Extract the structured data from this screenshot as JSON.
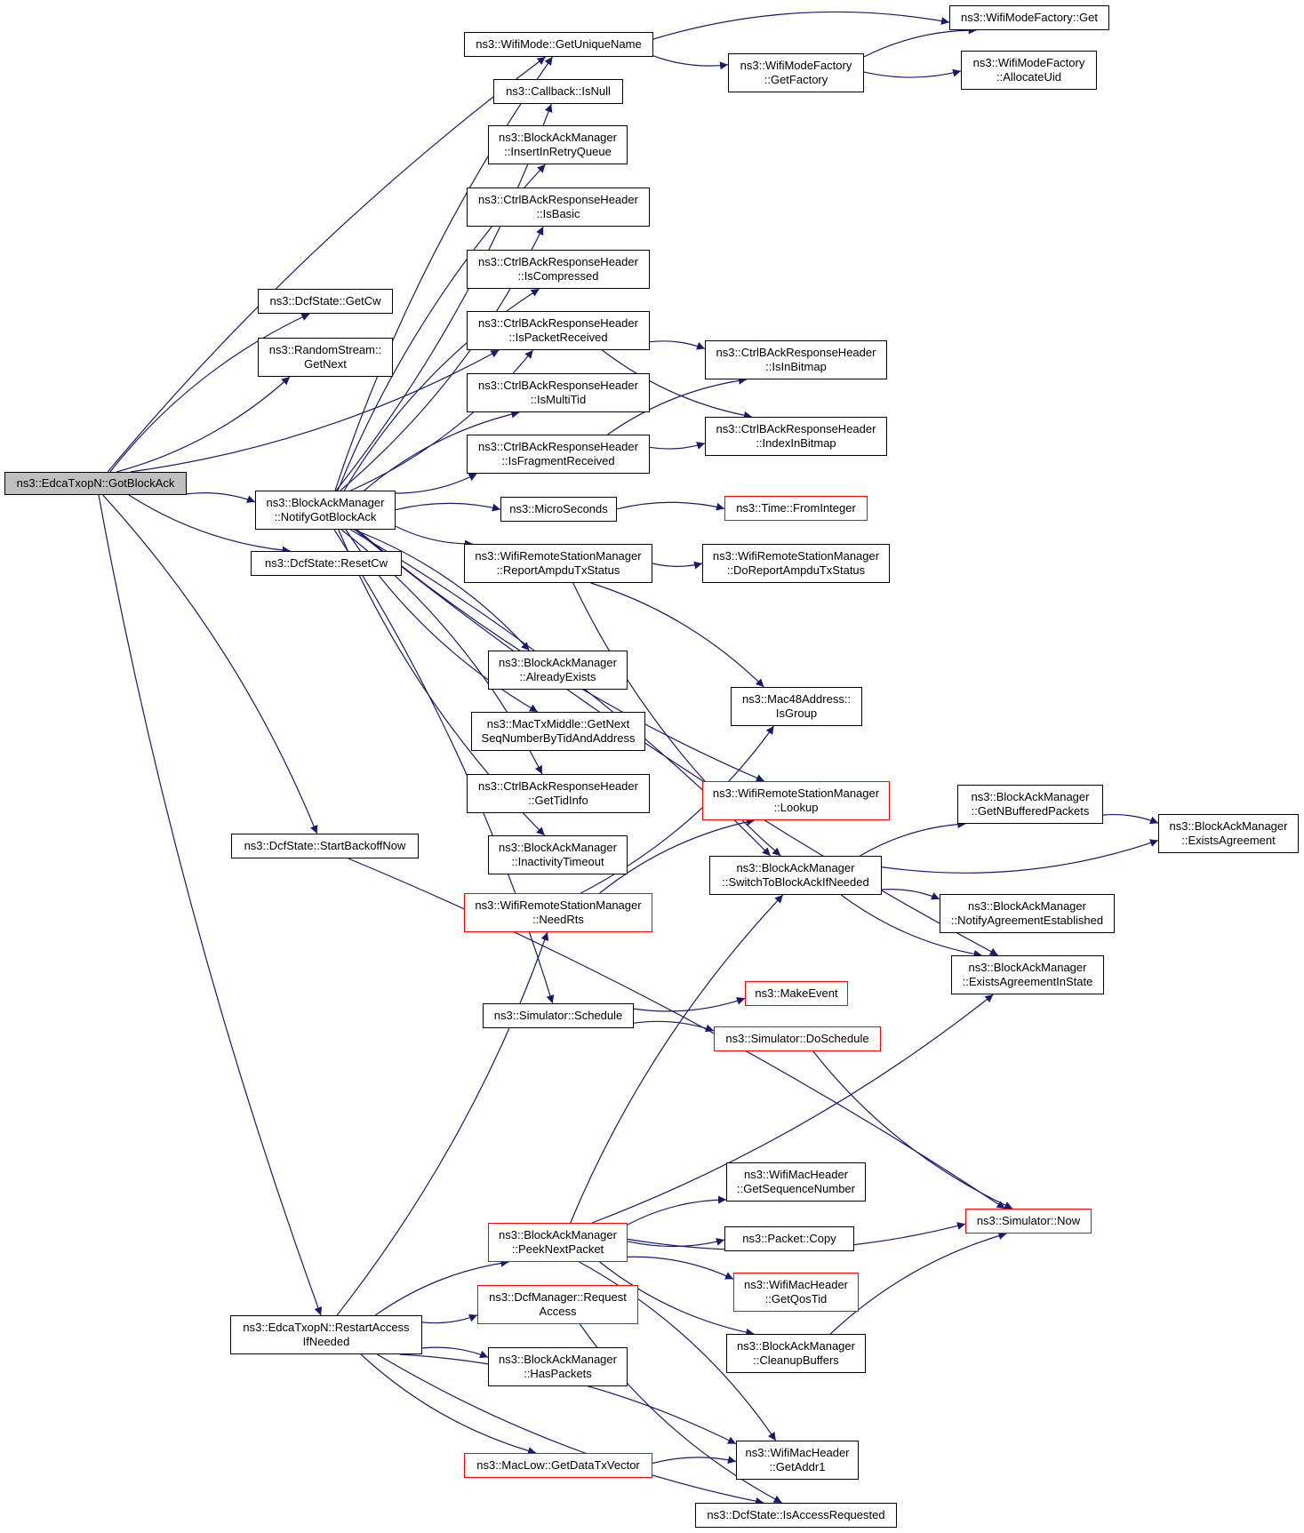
{
  "graph": {
    "nodes": [
      {
        "id": "root",
        "lines": [
          "ns3::EdcaTxopN::GotBlockAck"
        ],
        "style": "root"
      },
      {
        "id": "getcw",
        "lines": [
          "ns3::DcfState::GetCw"
        ],
        "style": "normal"
      },
      {
        "id": "rsgetnext",
        "lines": [
          "ns3::RandomStream::",
          "GetNext"
        ],
        "style": "normal"
      },
      {
        "id": "notifygot",
        "lines": [
          "ns3::BlockAckManager",
          "::NotifyGotBlockAck"
        ],
        "style": "normal"
      },
      {
        "id": "resetcw",
        "lines": [
          "ns3::DcfState::ResetCw"
        ],
        "style": "normal"
      },
      {
        "id": "startbackoff",
        "lines": [
          "ns3::DcfState::StartBackoffNow"
        ],
        "style": "normal"
      },
      {
        "id": "restart",
        "lines": [
          "ns3::EdcaTxopN::RestartAccess",
          "IfNeeded"
        ],
        "style": "normal"
      },
      {
        "id": "getuniquename",
        "lines": [
          "ns3::WifiMode::GetUniqueName"
        ],
        "style": "normal"
      },
      {
        "id": "cbisnull",
        "lines": [
          "ns3::Callback::IsNull"
        ],
        "style": "normal"
      },
      {
        "id": "insertretry",
        "lines": [
          "ns3::BlockAckManager",
          "::InsertInRetryQueue"
        ],
        "style": "normal"
      },
      {
        "id": "isbasic",
        "lines": [
          "ns3::CtrlBAckResponseHeader",
          "::IsBasic"
        ],
        "style": "normal"
      },
      {
        "id": "iscompressed",
        "lines": [
          "ns3::CtrlBAckResponseHeader",
          "::IsCompressed"
        ],
        "style": "normal"
      },
      {
        "id": "ispacketrecv",
        "lines": [
          "ns3::CtrlBAckResponseHeader",
          "::IsPacketReceived"
        ],
        "style": "normal"
      },
      {
        "id": "ismultitid",
        "lines": [
          "ns3::CtrlBAckResponseHeader",
          "::IsMultiTid"
        ],
        "style": "normal"
      },
      {
        "id": "isfragrecv",
        "lines": [
          "ns3::CtrlBAckResponseHeader",
          "::IsFragmentReceived"
        ],
        "style": "normal"
      },
      {
        "id": "microseconds",
        "lines": [
          "ns3::MicroSeconds"
        ],
        "style": "normal"
      },
      {
        "id": "reportampdu",
        "lines": [
          "ns3::WifiRemoteStationManager",
          "::ReportAmpduTxStatus"
        ],
        "style": "normal"
      },
      {
        "id": "alreadyexists",
        "lines": [
          "ns3::BlockAckManager",
          "::AlreadyExists"
        ],
        "style": "normal"
      },
      {
        "id": "getnextseq",
        "lines": [
          "ns3::MacTxMiddle::GetNext",
          "SeqNumberByTidAndAddress"
        ],
        "style": "normal"
      },
      {
        "id": "gettidinfo",
        "lines": [
          "ns3::CtrlBAckResponseHeader",
          "::GetTidInfo"
        ],
        "style": "normal"
      },
      {
        "id": "inactivity",
        "lines": [
          "ns3::BlockAckManager",
          "::InactivityTimeout"
        ],
        "style": "normal"
      },
      {
        "id": "needrts",
        "lines": [
          "ns3::WifiRemoteStationManager",
          "::NeedRts"
        ],
        "style": "red"
      },
      {
        "id": "schedule",
        "lines": [
          "ns3::Simulator::Schedule"
        ],
        "style": "normal"
      },
      {
        "id": "peeknext",
        "lines": [
          "ns3::BlockAckManager",
          "::PeekNextPacket"
        ],
        "style": "red"
      },
      {
        "id": "dcfrequest",
        "lines": [
          "ns3::DcfManager::Request",
          "Access"
        ],
        "style": "red"
      },
      {
        "id": "haspackets",
        "lines": [
          "ns3::BlockAckManager",
          "::HasPackets"
        ],
        "style": "normal"
      },
      {
        "id": "getdatatx",
        "lines": [
          "ns3::MacLow::GetDataTxVector"
        ],
        "style": "red"
      },
      {
        "id": "modefactoryget",
        "lines": [
          "ns3::WifiModeFactory::Get"
        ],
        "style": "normal"
      },
      {
        "id": "getfactory",
        "lines": [
          "ns3::WifiModeFactory",
          "::GetFactory"
        ],
        "style": "normal"
      },
      {
        "id": "allocateuid",
        "lines": [
          "ns3::WifiModeFactory",
          "::AllocateUid"
        ],
        "style": "normal"
      },
      {
        "id": "isinbitmap",
        "lines": [
          "ns3::CtrlBAckResponseHeader",
          "::IsInBitmap"
        ],
        "style": "normal"
      },
      {
        "id": "indexinbitmap",
        "lines": [
          "ns3::CtrlBAckResponseHeader",
          "::IndexInBitmap"
        ],
        "style": "normal"
      },
      {
        "id": "frominteger",
        "lines": [
          "ns3::Time::FromInteger"
        ],
        "style": "red"
      },
      {
        "id": "doreportampdu",
        "lines": [
          "ns3::WifiRemoteStationManager",
          "::DoReportAmpduTxStatus"
        ],
        "style": "normal"
      },
      {
        "id": "isgroup",
        "lines": [
          "ns3::Mac48Address::",
          "IsGroup"
        ],
        "style": "normal"
      },
      {
        "id": "lookup",
        "lines": [
          "ns3::WifiRemoteStationManager",
          "::Lookup"
        ],
        "style": "red"
      },
      {
        "id": "switchba",
        "lines": [
          "ns3::BlockAckManager",
          "::SwitchToBlockAckIfNeeded"
        ],
        "style": "normal"
      },
      {
        "id": "getnbuffered",
        "lines": [
          "ns3::BlockAckManager",
          "::GetNBufferedPackets"
        ],
        "style": "normal"
      },
      {
        "id": "existsagreement",
        "lines": [
          "ns3::BlockAckManager",
          "::ExistsAgreement"
        ],
        "style": "normal"
      },
      {
        "id": "notifyagreement",
        "lines": [
          "ns3::BlockAckManager",
          "::NotifyAgreementEstablished"
        ],
        "style": "normal"
      },
      {
        "id": "existsinstate",
        "lines": [
          "ns3::BlockAckManager",
          "::ExistsAgreementInState"
        ],
        "style": "normal"
      },
      {
        "id": "makeevent",
        "lines": [
          "ns3::MakeEvent"
        ],
        "style": "red"
      },
      {
        "id": "doschedule",
        "lines": [
          "ns3::Simulator::DoSchedule"
        ],
        "style": "red"
      },
      {
        "id": "getseqnum",
        "lines": [
          "ns3::WifiMacHeader",
          "::GetSequenceNumber"
        ],
        "style": "normal"
      },
      {
        "id": "simnow",
        "lines": [
          "ns3::Simulator::Now"
        ],
        "style": "red"
      },
      {
        "id": "packetcopy",
        "lines": [
          "ns3::Packet::Copy"
        ],
        "style": "normal"
      },
      {
        "id": "getqostid",
        "lines": [
          "ns3::WifiMacHeader",
          "::GetQosTid"
        ],
        "style": "red"
      },
      {
        "id": "cleanupbuffers",
        "lines": [
          "ns3::BlockAckManager",
          "::CleanupBuffers"
        ],
        "style": "normal"
      },
      {
        "id": "getaddr1",
        "lines": [
          "ns3::WifiMacHeader",
          "::GetAddr1"
        ],
        "style": "normal"
      },
      {
        "id": "isaccessreq",
        "lines": [
          "ns3::DcfState::IsAccessRequested"
        ],
        "style": "normal"
      }
    ],
    "edges": [
      [
        "root",
        "getcw"
      ],
      [
        "root",
        "rsgetnext"
      ],
      [
        "root",
        "getuniquename"
      ],
      [
        "root",
        "ispacketrecv"
      ],
      [
        "root",
        "notifygot"
      ],
      [
        "root",
        "resetcw"
      ],
      [
        "root",
        "startbackoff"
      ],
      [
        "root",
        "restart"
      ],
      [
        "notifygot",
        "getuniquename"
      ],
      [
        "notifygot",
        "cbisnull"
      ],
      [
        "notifygot",
        "insertretry"
      ],
      [
        "notifygot",
        "isbasic"
      ],
      [
        "notifygot",
        "iscompressed"
      ],
      [
        "notifygot",
        "ispacketrecv"
      ],
      [
        "notifygot",
        "ismultitid"
      ],
      [
        "notifygot",
        "isfragrecv"
      ],
      [
        "notifygot",
        "microseconds"
      ],
      [
        "notifygot",
        "reportampdu"
      ],
      [
        "notifygot",
        "alreadyexists"
      ],
      [
        "notifygot",
        "getnextseq"
      ],
      [
        "notifygot",
        "gettidinfo"
      ],
      [
        "notifygot",
        "inactivity"
      ],
      [
        "notifygot",
        "schedule"
      ],
      [
        "notifygot",
        "lookup"
      ],
      [
        "notifygot",
        "switchba"
      ],
      [
        "notifygot",
        "existsinstate"
      ],
      [
        "getuniquename",
        "modefactoryget"
      ],
      [
        "getuniquename",
        "getfactory"
      ],
      [
        "getfactory",
        "modefactoryget"
      ],
      [
        "getfactory",
        "allocateuid"
      ],
      [
        "ispacketrecv",
        "isinbitmap"
      ],
      [
        "ispacketrecv",
        "indexinbitmap"
      ],
      [
        "isfragrecv",
        "isinbitmap"
      ],
      [
        "isfragrecv",
        "indexinbitmap"
      ],
      [
        "microseconds",
        "frominteger"
      ],
      [
        "reportampdu",
        "doreportampdu"
      ],
      [
        "reportampdu",
        "isgroup"
      ],
      [
        "reportampdu",
        "switchba"
      ],
      [
        "switchba",
        "getnbuffered"
      ],
      [
        "switchba",
        "existsagreement"
      ],
      [
        "switchba",
        "notifyagreement"
      ],
      [
        "switchba",
        "existsinstate"
      ],
      [
        "getnbuffered",
        "existsagreement"
      ],
      [
        "needrts",
        "isgroup"
      ],
      [
        "needrts",
        "lookup"
      ],
      [
        "schedule",
        "makeevent"
      ],
      [
        "schedule",
        "doschedule"
      ],
      [
        "doschedule",
        "simnow"
      ],
      [
        "startbackoff",
        "simnow"
      ],
      [
        "restart",
        "needrts"
      ],
      [
        "restart",
        "peeknext"
      ],
      [
        "restart",
        "dcfrequest"
      ],
      [
        "restart",
        "haspackets"
      ],
      [
        "restart",
        "getdatatx"
      ],
      [
        "restart",
        "getaddr1"
      ],
      [
        "restart",
        "isaccessreq"
      ],
      [
        "peeknext",
        "switchba"
      ],
      [
        "peeknext",
        "existsinstate"
      ],
      [
        "peeknext",
        "getseqnum"
      ],
      [
        "peeknext",
        "packetcopy"
      ],
      [
        "peeknext",
        "getqostid"
      ],
      [
        "peeknext",
        "cleanupbuffers"
      ],
      [
        "peeknext",
        "getaddr1"
      ],
      [
        "peeknext",
        "simnow"
      ],
      [
        "cleanupbuffers",
        "simnow"
      ],
      [
        "dcfrequest",
        "isaccessreq"
      ],
      [
        "getdatatx",
        "getaddr1"
      ]
    ]
  },
  "colors": {
    "edge": "#191970",
    "root_fill": "#bfbfbf",
    "node_border": "#000000",
    "highlight_border": "#ff0000"
  }
}
